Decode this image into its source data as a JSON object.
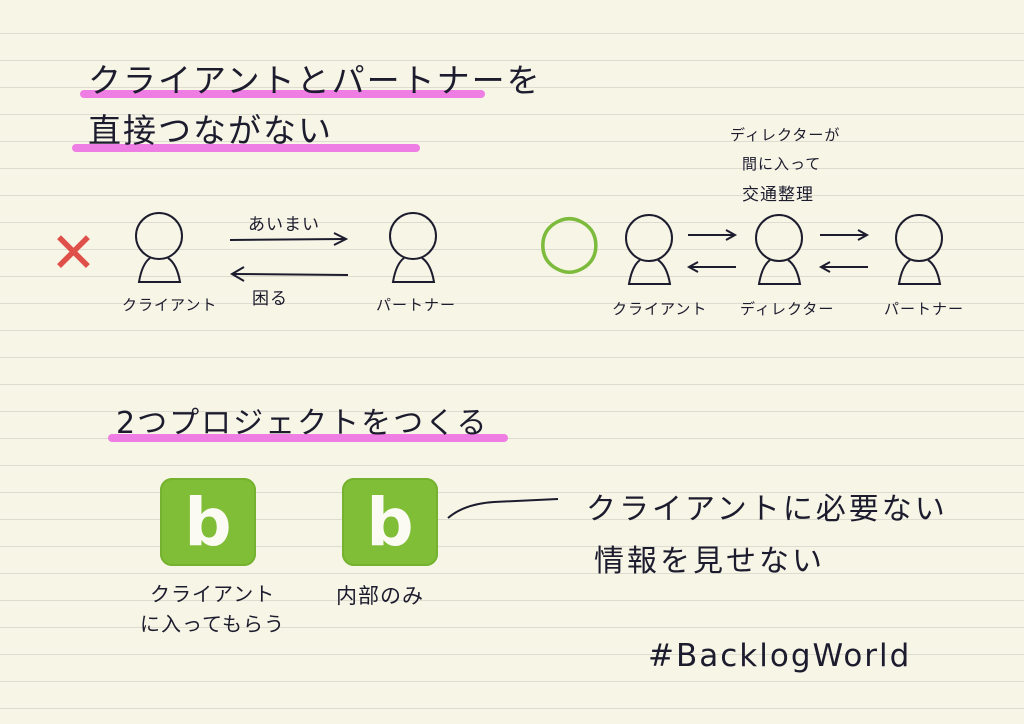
{
  "heading1": {
    "line1": "クライアントとパートナーを",
    "line2": "直接つながない"
  },
  "heading2": "2つプロジェクトをつくる",
  "bad_example": {
    "mark": "✕",
    "mark_color": "#e0504a",
    "arrow_right_label": "あいまい",
    "arrow_left_label": "困る",
    "left_person": "クライアント",
    "right_person": "パートナー"
  },
  "good_example": {
    "mark": "◯",
    "mark_color": "#7dbb3c",
    "note_lines": [
      "ディレクターが",
      "間に入って",
      "交通整理"
    ],
    "persons": [
      "クライアント",
      "ディレクター",
      "パートナー"
    ]
  },
  "projects": {
    "logo_letter": "b",
    "logo_color": "#7fbe36",
    "left_caption_line1": "クライアント",
    "left_caption_line2": "に入ってもらう",
    "right_caption": "内部のみ",
    "note_line1": "クライアントに必要ない",
    "note_line2": "情報を見せない"
  },
  "hashtag": "#BacklogWorld",
  "highlight_color": "#ef7ee4"
}
